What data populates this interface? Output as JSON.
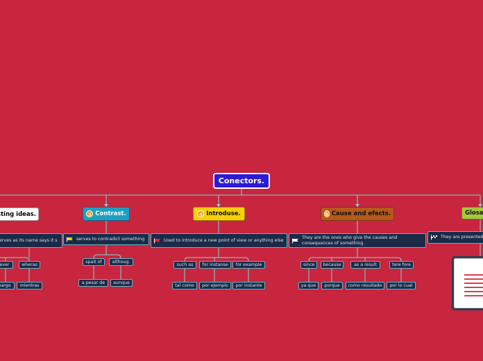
{
  "root": {
    "label": "Conectors."
  },
  "branches": [
    {
      "key": "existing",
      "label": "sting ideas.",
      "badge": ""
    },
    {
      "key": "contrast",
      "label": "Contrast.",
      "badge": "3"
    },
    {
      "key": "introduce",
      "label": "Introduse.",
      "badge": "4"
    },
    {
      "key": "cause",
      "label": "Cause and efects.",
      "badge": "5"
    },
    {
      "key": "glossary",
      "label": "Glosa",
      "badge": ""
    }
  ],
  "descriptions": [
    {
      "key": "existing",
      "text": "erves as its name says it s",
      "icon": ""
    },
    {
      "key": "contrast",
      "text": "serves to contradict something",
      "icon": "yellow-flag-icon"
    },
    {
      "key": "introduce",
      "text": "Used to introduce a new point of view or anything else",
      "icon": "red-flag-icon"
    },
    {
      "key": "cause",
      "text": "They are the ones who give the causes and consequences of something",
      "icon": "white-flag-icon"
    },
    {
      "key": "glossary",
      "text": "They are presented",
      "icon": "checkered-flag-icon"
    }
  ],
  "leaves": {
    "existing": [
      {
        "top": "ever",
        "bottom": "bargo"
      },
      {
        "top": "wheras",
        "bottom": "mientras"
      }
    ],
    "contrast": [
      {
        "top": "spait of",
        "bottom": "a pesar de"
      },
      {
        "top": "althoug.",
        "bottom": "aunque"
      }
    ],
    "introduce": [
      {
        "top": "such as",
        "bottom": "tal como"
      },
      {
        "top": "for instanse",
        "bottom": "por ejemplo"
      },
      {
        "top": "for example",
        "bottom": "por instante"
      }
    ],
    "cause": [
      {
        "top": "since",
        "bottom": "ya que"
      },
      {
        "top": "because",
        "bottom": "porque"
      },
      {
        "top": "as a result",
        "bottom": "como resultado"
      },
      {
        "top": "tere fore",
        "bottom": "por lo cual"
      }
    ]
  },
  "colors": {
    "background": "#c8253f",
    "connector": "#7fd6d6",
    "root": "#2d1ad6",
    "existing": "#ffffff",
    "contrast": "#1ba1c4",
    "introduce": "#f5d20b",
    "cause": "#b45a1b",
    "glossary": "#a7c93a",
    "node_dark": "#1b2a47"
  },
  "document_icon": "document-thumbnail-icon"
}
